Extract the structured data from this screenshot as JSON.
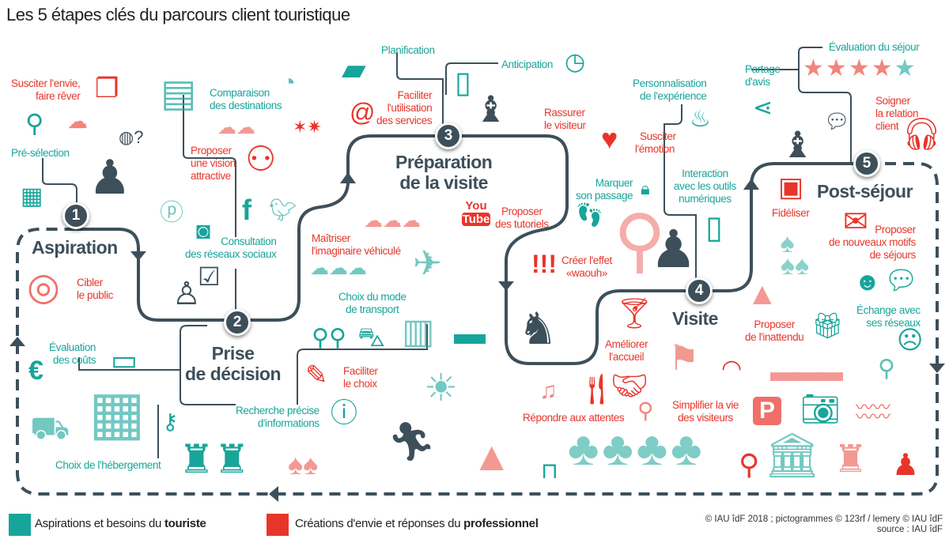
{
  "title": "Les 5 étapes clés du parcours client touristique",
  "colors": {
    "tourist": "#17a59a",
    "professional": "#e8352a",
    "path": "#3d4f5a"
  },
  "steps": [
    {
      "number": "1",
      "title": "Aspiration"
    },
    {
      "number": "2",
      "title_line1": "Prise",
      "title_line2": "de décision"
    },
    {
      "number": "3",
      "title_line1": "Préparation",
      "title_line2": "de la visite"
    },
    {
      "number": "4",
      "title": "Visite"
    },
    {
      "number": "5",
      "title": "Post-séjour"
    }
  ],
  "tourist_labels": {
    "preselection": "Pré-sélection",
    "comparaison": [
      "Comparaison",
      "des destinations"
    ],
    "consultation": [
      "Consultation",
      "des réseaux sociaux"
    ],
    "evaluation_couts": [
      "Évaluation",
      "des coûts"
    ],
    "hebergement": "Choix de l'hébergement",
    "recherche": [
      "Recherche précise",
      "d'informations"
    ],
    "transport": [
      "Choix du mode",
      "de transport"
    ],
    "planification": "Planification",
    "anticipation": "Anticipation",
    "marquer": [
      "Marquer",
      "son passage"
    ],
    "personnalisation": [
      "Personnalisation",
      "de l'expérience"
    ],
    "interaction": [
      "Interaction",
      "avec les outils",
      "numériques"
    ],
    "partage": [
      "Partage",
      "d'avis"
    ],
    "evaluation_sejour": "Évaluation du séjour",
    "echange": [
      "Échange avec",
      "ses réseaux"
    ]
  },
  "professional_labels": {
    "susciter_envie": [
      "Susciter l'envie,",
      "faire rêver"
    ],
    "vision": [
      "Proposer",
      "une vision",
      "attractive"
    ],
    "cibler": [
      "Cibler",
      "le public"
    ],
    "faciliter_services": [
      "Faciliter",
      "l'utilisation",
      "des services"
    ],
    "rassurer": [
      "Rassurer",
      "le visiteur"
    ],
    "tutoriels": [
      "Proposer",
      "des tutoriels"
    ],
    "imaginaire": [
      "Maîtriser",
      "l'imaginaire véhiculé"
    ],
    "faciliter_choix": [
      "Faciliter",
      "le choix"
    ],
    "waouh": [
      "Créer l'effet",
      "«waouh»"
    ],
    "emotion": [
      "Susciter",
      "l'émotion"
    ],
    "accueil": [
      "Améliorer",
      "l'accueil"
    ],
    "attentes": "Répondre aux attentes",
    "simplifier": [
      "Simplifier la vie",
      "des visiteurs"
    ],
    "inattendu": [
      "Proposer",
      "de l'inattendu"
    ],
    "fideliser": "Fidéliser",
    "motifs": [
      "Proposer",
      "de nouveaux motifs",
      "de séjours"
    ],
    "relation": [
      "Soigner",
      "la relation",
      "client"
    ]
  },
  "icon_text": {
    "youtube_top": "You",
    "youtube_bottom": "Tube",
    "exclaim": "!!!",
    "parking": "P",
    "euro": "€",
    "at": "@"
  },
  "rating": {
    "stars_total": 5,
    "stars_red": 4
  },
  "legend": [
    {
      "prefix": "Aspirations et besoins du ",
      "bold": "touriste",
      "color": "#17a59a"
    },
    {
      "prefix": "Créations d'envie et réponses du ",
      "bold": "professionnel",
      "color": "#e8352a"
    }
  ],
  "credit": [
    "© IAU îdF 2018 ; pictogrammes © 123rf / lemery © IAU îdF",
    "source : IAU îdF"
  ]
}
